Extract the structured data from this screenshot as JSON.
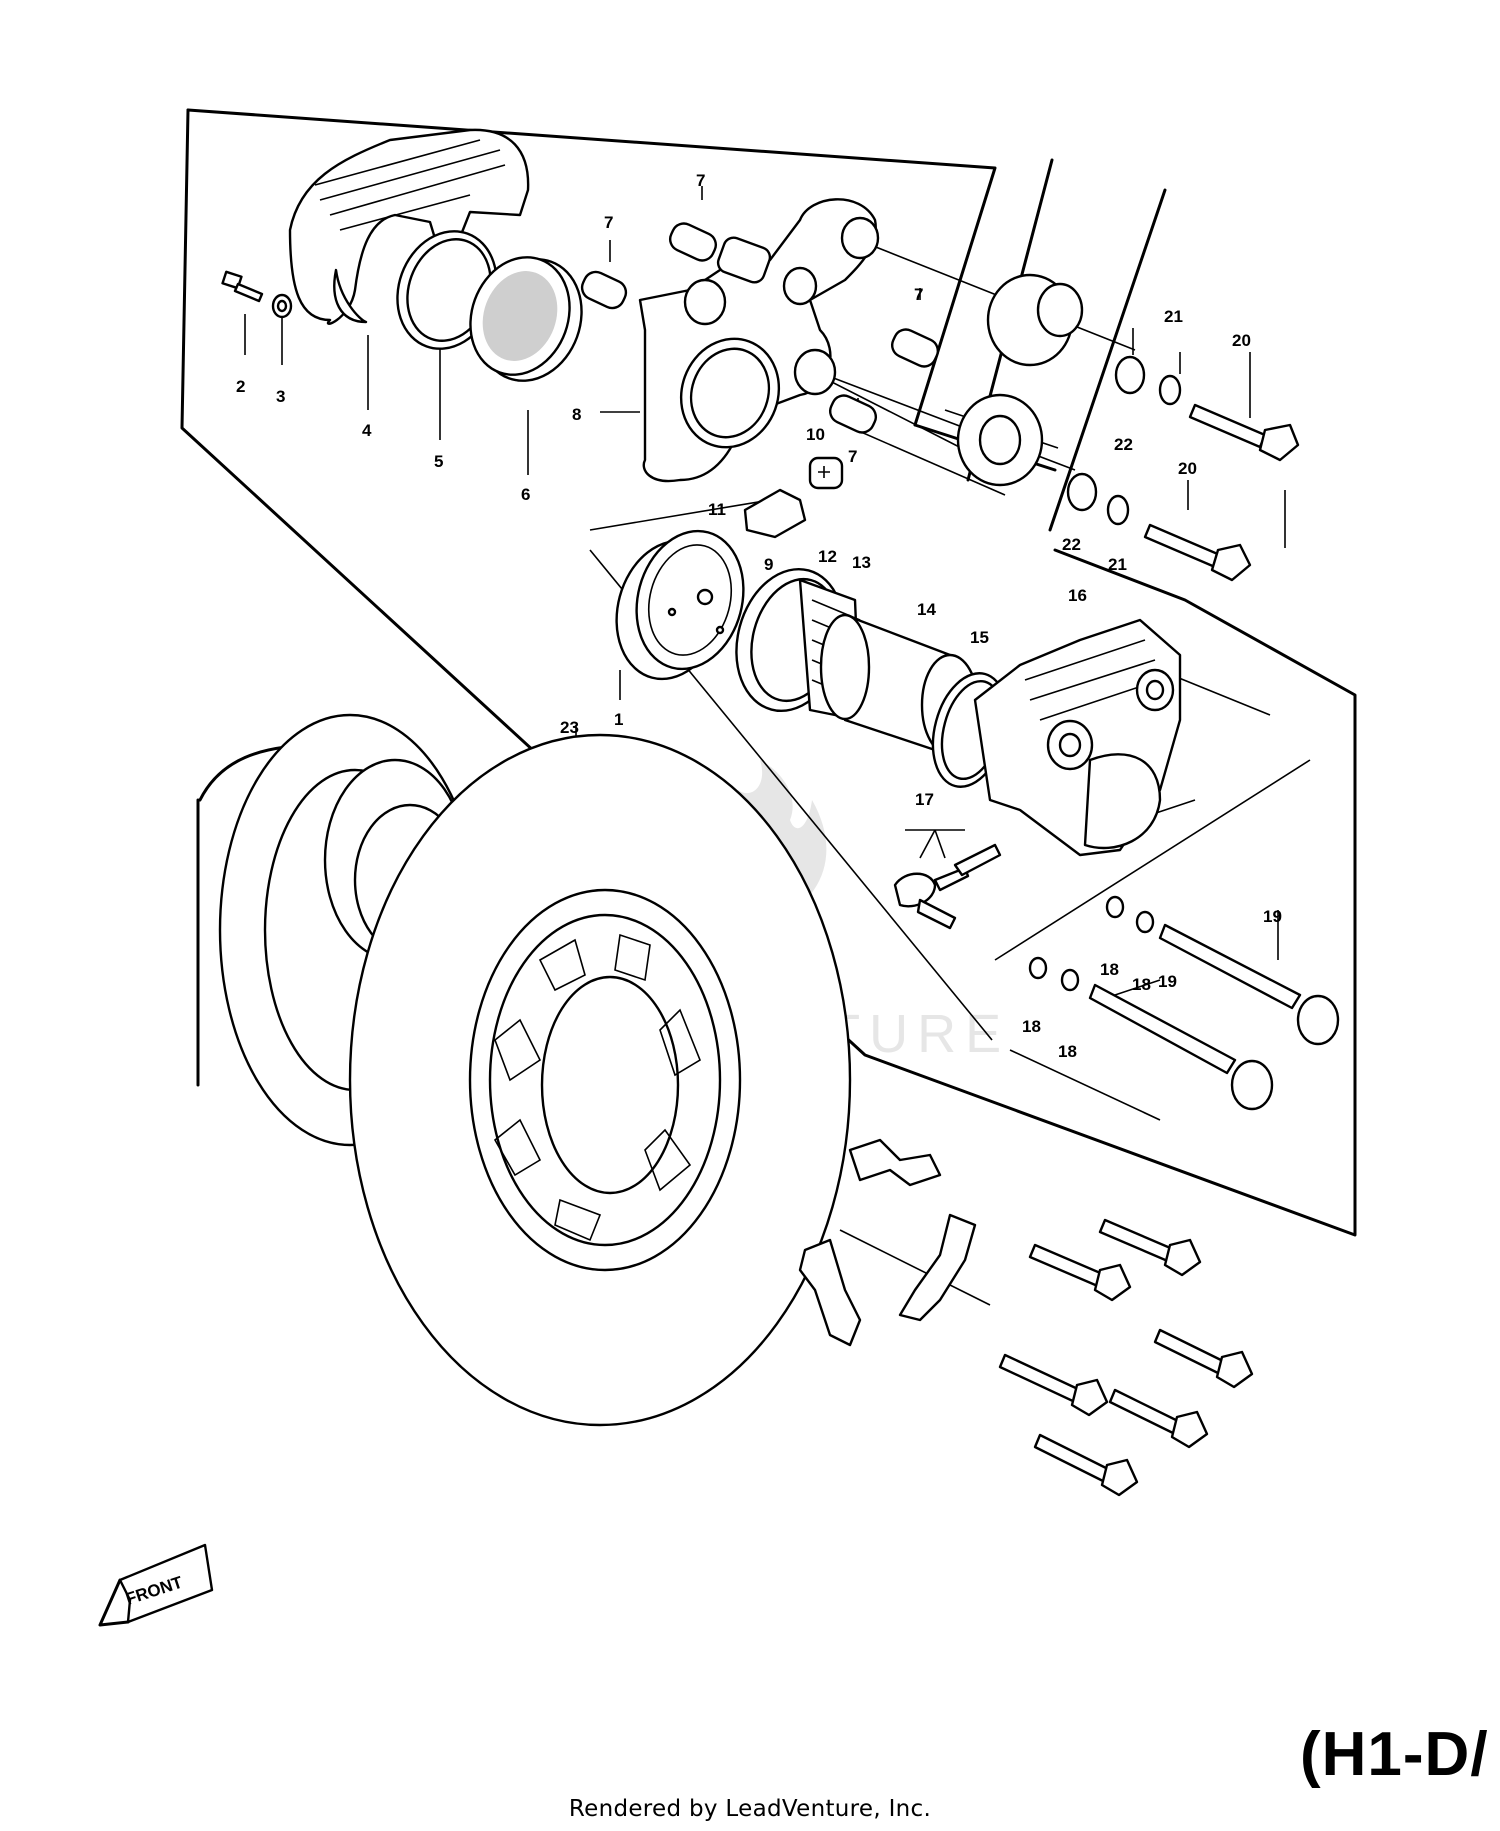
{
  "diagram_code": "(H1-D/",
  "footer": "Rendered by LeadVenture, Inc.",
  "front_label": "FRONT",
  "watermark_text": "LEADVENTURE",
  "callouts": [
    {
      "id": "c1",
      "text": "1"
    },
    {
      "id": "c2",
      "text": "2"
    },
    {
      "id": "c3",
      "text": "3"
    },
    {
      "id": "c4",
      "text": "4"
    },
    {
      "id": "c5",
      "text": "5"
    },
    {
      "id": "c6",
      "text": "6"
    },
    {
      "id": "c7a",
      "text": "7"
    },
    {
      "id": "c7b",
      "text": "7"
    },
    {
      "id": "c7c",
      "text": "7"
    },
    {
      "id": "c7d",
      "text": "7"
    },
    {
      "id": "c8",
      "text": "8"
    },
    {
      "id": "c9",
      "text": "9"
    },
    {
      "id": "c10",
      "text": "10"
    },
    {
      "id": "c11",
      "text": "11"
    },
    {
      "id": "c12",
      "text": "12"
    },
    {
      "id": "c13",
      "text": "13"
    },
    {
      "id": "c14",
      "text": "14"
    },
    {
      "id": "c15",
      "text": "15"
    },
    {
      "id": "c16",
      "text": "16"
    },
    {
      "id": "c17",
      "text": "17"
    },
    {
      "id": "c18a",
      "text": "18"
    },
    {
      "id": "c18b",
      "text": "18"
    },
    {
      "id": "c18c",
      "text": "18"
    },
    {
      "id": "c18d",
      "text": "18"
    },
    {
      "id": "c19a",
      "text": "19"
    },
    {
      "id": "c19b",
      "text": "19"
    },
    {
      "id": "c20a",
      "text": "20"
    },
    {
      "id": "c20b",
      "text": "20"
    },
    {
      "id": "c21a",
      "text": "21"
    },
    {
      "id": "c21b",
      "text": "21"
    },
    {
      "id": "c22a",
      "text": "22"
    },
    {
      "id": "c22b",
      "text": "22"
    },
    {
      "id": "c23",
      "text": "23"
    }
  ]
}
